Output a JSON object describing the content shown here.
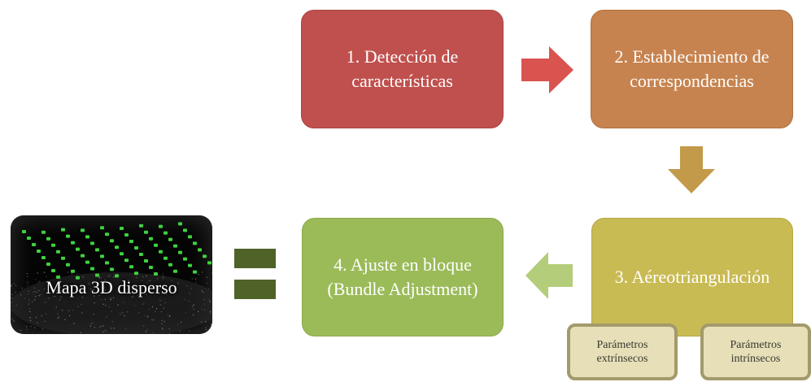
{
  "steps": {
    "step1": "1. Detección de\ncaracterísticas",
    "step2": "2. Establecimiento de\ncorrespondencias",
    "step3": "3. Aéreotriangulación",
    "step4": "4. Ajuste en bloque\n(Bundle Adjustment)"
  },
  "parameters": {
    "extrinsic": "Parámetros\nextrínsecos",
    "intrinsic": "Parámetros\nintrínsecos"
  },
  "result": {
    "label": "Mapa 3D disperso"
  },
  "colors": {
    "step1": "#c0504d",
    "step2": "#c7834f",
    "step3": "#c9bb53",
    "step4": "#9bbb59",
    "arrow_red": "#d9534f",
    "arrow_gold": "#c29a4a",
    "arrow_green": "#b3cd7a",
    "equals": "#4f6228",
    "camera_points": "#3fd23f"
  },
  "icons": [
    "right-arrow-icon",
    "down-arrow-icon",
    "left-arrow-icon",
    "equals-icon"
  ]
}
